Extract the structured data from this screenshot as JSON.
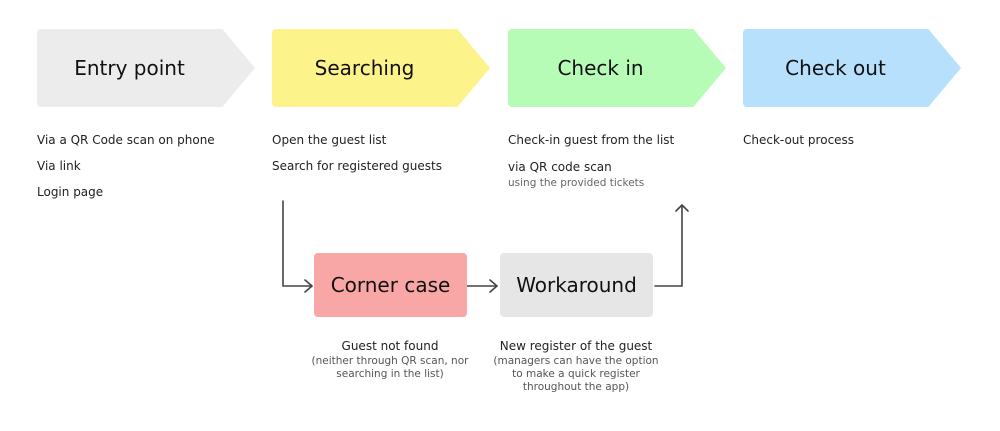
{
  "stages": [
    {
      "label": "Entry point",
      "color": "#ececec",
      "items": [
        "Via a QR Code scan on phone",
        "Via link",
        "Login page"
      ]
    },
    {
      "label": "Searching",
      "color": "#fcf38a",
      "items": [
        "Open the guest list",
        "Search for registered guests"
      ]
    },
    {
      "label": "Check in",
      "color": "#b6fcb6",
      "items": [
        "Check-in guest from the list",
        "via QR code scan"
      ],
      "note": "using the provided tickets"
    },
    {
      "label": "Check out",
      "color": "#b6e0fc",
      "items": [
        "Check-out process"
      ]
    }
  ],
  "corner_case": {
    "label": "Corner case",
    "color": "#f8a6a6",
    "title": "Guest not found",
    "note_lines": [
      "(neither through QR scan, nor",
      "searching in the list)"
    ]
  },
  "workaround": {
    "label": "Workaround",
    "color": "#e6e6e6",
    "title": "New register of the guest",
    "note_lines": [
      "(managers can have the option",
      "to make a quick register",
      "throughout the app)"
    ]
  }
}
